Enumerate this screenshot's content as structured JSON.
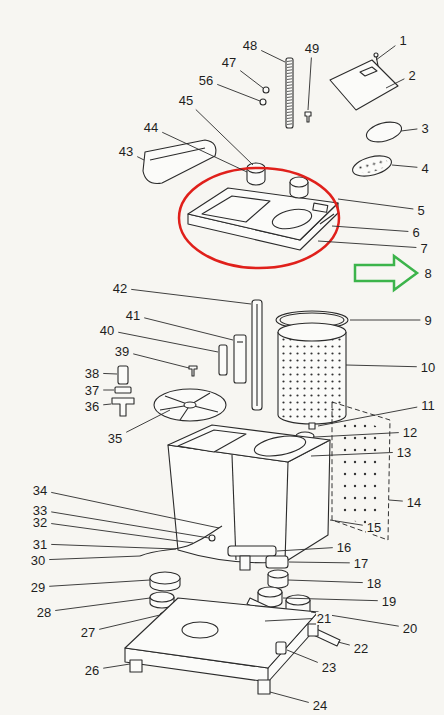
{
  "diagram": {
    "labels": [
      "1",
      "2",
      "3",
      "4",
      "5",
      "6",
      "7",
      "8",
      "9",
      "10",
      "11",
      "12",
      "13",
      "14",
      "15",
      "16",
      "17",
      "18",
      "19",
      "20",
      "21",
      "22",
      "23",
      "24",
      "26",
      "27",
      "28",
      "29",
      "30",
      "31",
      "32",
      "33",
      "34",
      "35",
      "36",
      "37",
      "38",
      "39",
      "40",
      "41",
      "42",
      "43",
      "44",
      "45",
      "47",
      "48",
      "49",
      "56"
    ]
  }
}
